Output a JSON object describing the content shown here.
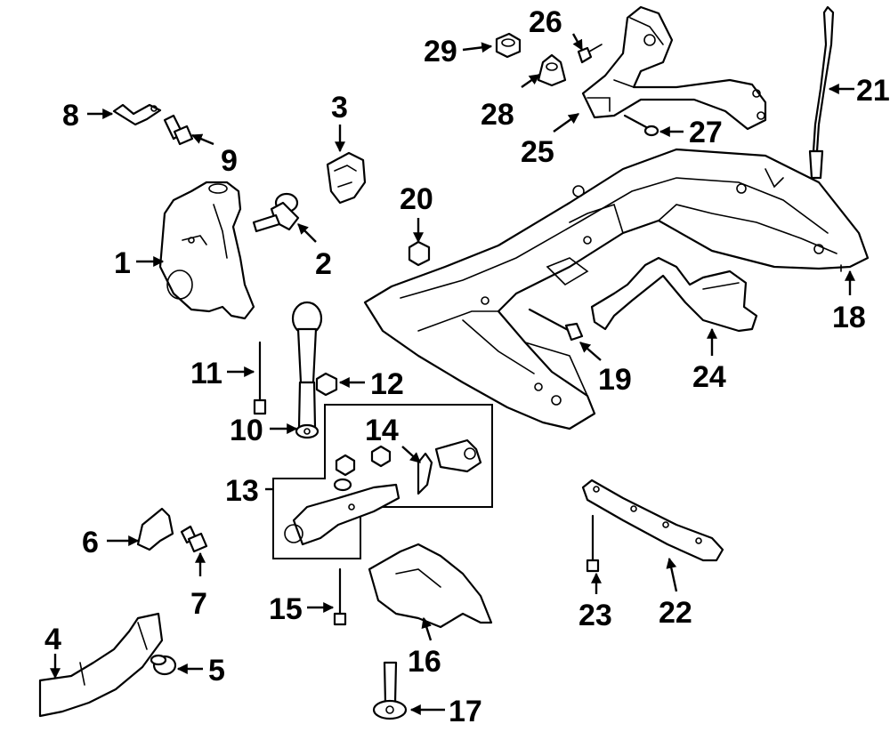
{
  "callouts": {
    "c1": "1",
    "c2": "2",
    "c3": "3",
    "c4": "4",
    "c5": "5",
    "c6": "6",
    "c7": "7",
    "c8": "8",
    "c9": "9",
    "c10": "10",
    "c11": "11",
    "c12": "12",
    "c13": "13",
    "c14": "14",
    "c15": "15",
    "c16": "16",
    "c17": "17",
    "c18": "18",
    "c19": "19",
    "c20": "20",
    "c21": "21",
    "c22": "22",
    "c23": "23",
    "c24": "24",
    "c25": "25",
    "c26": "26",
    "c27": "27",
    "c28": "28",
    "c29": "29"
  },
  "colors": {
    "line": "#000000",
    "background": "#ffffff"
  }
}
